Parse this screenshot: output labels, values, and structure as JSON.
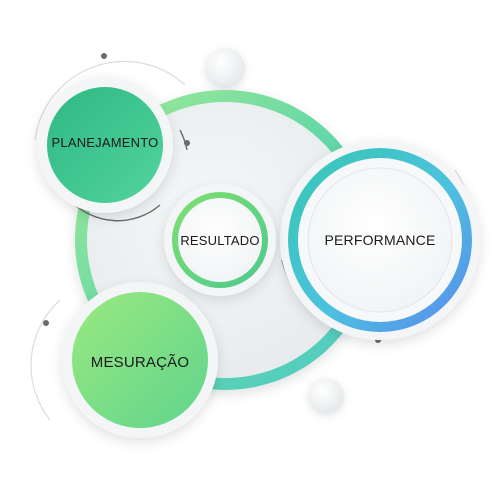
{
  "nodes": {
    "planejamento": {
      "label": "PLANEJAMENTO"
    },
    "resultado": {
      "label": "RESULTADO"
    },
    "performance": {
      "label": "PERFORMANCE"
    },
    "mesuracao": {
      "label": "MESURAÇÃO"
    }
  },
  "colors": {
    "green_light": "#8fe27f",
    "green_mid": "#5fd08a",
    "teal": "#3cc9a8",
    "cyan": "#47c6d8",
    "blue": "#5b8ff0",
    "disc_fill": "#eef1f3",
    "text": "#1a1a1a",
    "accent_gray": "#6b6b6b"
  }
}
